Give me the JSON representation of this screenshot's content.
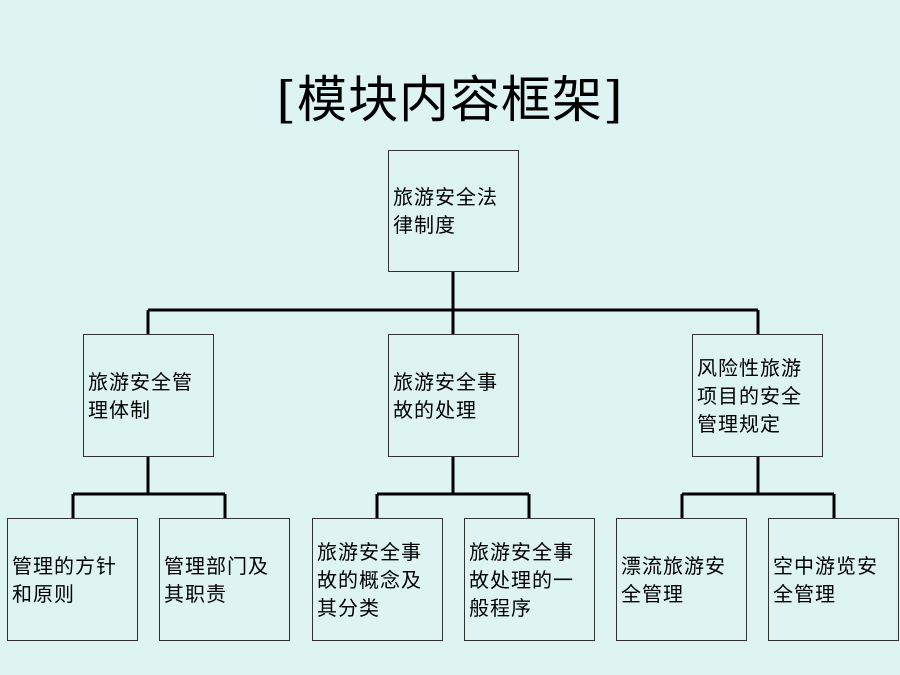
{
  "slide": {
    "title": "[模块内容框架]",
    "root": {
      "label": "旅游安全法律制度"
    },
    "level1": [
      {
        "key": "mgmt",
        "label": "旅游安全管理体制"
      },
      {
        "key": "accident",
        "label": "旅游安全事故的处理"
      },
      {
        "key": "risk",
        "label": "风险性旅游项目的安全管理规定"
      }
    ],
    "level2": [
      {
        "key": "policy",
        "parent": "mgmt",
        "label": "管理的方针和原则"
      },
      {
        "key": "dept",
        "parent": "mgmt",
        "label": "管理部门及其职责"
      },
      {
        "key": "concept",
        "parent": "accident",
        "label": "旅游安全事故的概念及其分类"
      },
      {
        "key": "procedure",
        "parent": "accident",
        "label": "旅游安全事故处理的一般程序"
      },
      {
        "key": "rafting",
        "parent": "risk",
        "label": "漂流旅游安全管理"
      },
      {
        "key": "aerial",
        "parent": "risk",
        "label": "空中游览安全管理"
      }
    ]
  }
}
